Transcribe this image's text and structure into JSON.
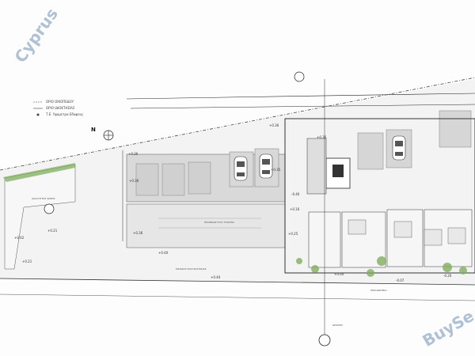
{
  "watermarks": {
    "top_left": "Cyprus",
    "bottom_right": "BuySe"
  },
  "north_label": "N",
  "legend": [
    "ΟΡΙΟ ΟΙΚΟΠΕΔΟΥ",
    "ΟΡΙΟ ΙΔΙΟΚΤΗΣΙΑΣ",
    "Τ.Ε. Υψομετρα Εδαφους"
  ],
  "level_markers": [
    "+0.36",
    "+0.36",
    "+0.36",
    "+0.21",
    "+0.36",
    "+0.35",
    "-0.40",
    "+0.36",
    "+0.16",
    "+0.40",
    "+0.00",
    "+0.25",
    "+0.21",
    "-0.07",
    "-0.20",
    "+0.40",
    "+0.02"
  ],
  "area_labels": {
    "left_garden": "ΑΚΑΛΥΠΤΟΣ ΧΩΡΟΣ",
    "driveway": "ΠΡΟΣΒΑΣΗ ΣΤΟ ΥΠΟΓΕΙΟ",
    "entrance": "ΕΙΣΟΔΟΣ ΠΟΛΥΚΑΤΟΙΚΙΑΣ",
    "road": "ΠΕΖΟΔΡΟΜΙΟ",
    "street": "ΔΡΟΜΟΣ"
  },
  "colors": {
    "line": "#333333",
    "fill_grey": "#d9d9d9",
    "fill_dark": "#8a8a8a",
    "vegetation": "#7fae5c",
    "watermark": "#6f8fb8"
  },
  "icons": [
    "north-arrow-icon",
    "section-marker-icon",
    "car-icon",
    "tree-icon"
  ]
}
